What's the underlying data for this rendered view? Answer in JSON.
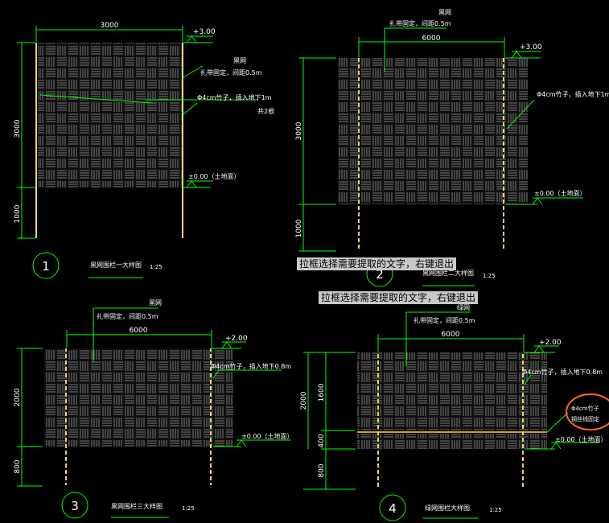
{
  "colors": {
    "background": "#000000",
    "dimension": "#00ff00",
    "hatch": "#c0c0c0",
    "text": "#ffffff",
    "post": "#e6d27a",
    "gold_line": "#d2a52a",
    "highlight": "#ff6a1a",
    "tooltip_bg": "#c8c8c8"
  },
  "tooltips": {
    "tip1": "拉框选择需要提取的文字，右键退出",
    "tip2": "拉框选择需要提取的文字，右键退出"
  },
  "drawings": {
    "d1": {
      "dim_top": "3000",
      "elev_top": "+3.00",
      "dim_upper": "3000",
      "dim_lower": "1000",
      "note_mesh": "黑网",
      "note_tie": "扎带固定，间距0.5m",
      "note_rod": "Φ4cm竹子，插入地下1m",
      "note_count": "共2根",
      "elev_ground": "±0.00（土地面）",
      "number": "1",
      "title": "黑网围栏一大样图",
      "scale": "1:25"
    },
    "d2": {
      "note_mesh": "黑网",
      "note_tie": "扎带固定，间距0.5m",
      "dim_top": "6000",
      "elev_top": "+3.00",
      "note_rod": "Φ4cm竹子，插入地下1m",
      "dim_upper": "3000",
      "dim_lower": "1000",
      "elev_ground": "±0.00（土地面）",
      "number": "2",
      "title": "黑网围栏二大样图",
      "scale": "1:25"
    },
    "d3": {
      "note_mesh": "黑网",
      "note_tie": "扎带固定，间距0.5m",
      "dim_top": "6000",
      "elev_top": "+2.00",
      "note_rod": "Φ4cm竹子，插入地下0.8m",
      "dim_upper": "2000",
      "dim_lower": "800",
      "elev_ground": "±0.00（土地面）",
      "number": "3",
      "title": "黑网围栏三大样图",
      "scale": "1:25"
    },
    "d4": {
      "note_mesh": "绿网",
      "note_tie": "扎带固定，间距0.5m",
      "dim_top": "6000",
      "elev_top": "+2.00",
      "note_rod": "Φ4cm竹子，插入地下0.8m",
      "dim_total": "2000",
      "dim_upper": "1600",
      "dim_mid": "400",
      "dim_lower": "800",
      "note_rod2": "Φ4cm竹子",
      "note_wire": "钢丝线固定",
      "elev_ground": "±0.00（土地面）",
      "number": "4",
      "title": "绿网围栏大样图",
      "scale": "1:25"
    }
  }
}
